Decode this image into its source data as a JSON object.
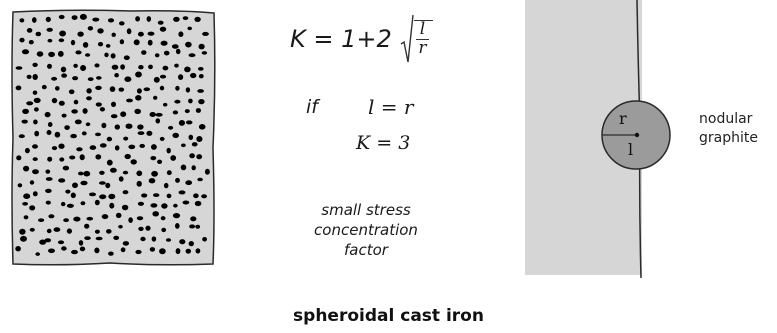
{
  "formula": {
    "lhs": "K = 1+2",
    "numerator": "l",
    "denominator": "r"
  },
  "condition": {
    "if_label": "if",
    "equation": "l = r",
    "result": "K = 3"
  },
  "note": "small stress concentration factor",
  "graphite": {
    "label": "nodular graphite",
    "radius_label": "r",
    "length_label": "l"
  },
  "caption": "spheroidal cast iron",
  "colors": {
    "matrix_fill": "#d6d6d6",
    "nodule_fill": "#9b9b9b",
    "dots": "#000000",
    "outline": "#2a2a2a"
  }
}
